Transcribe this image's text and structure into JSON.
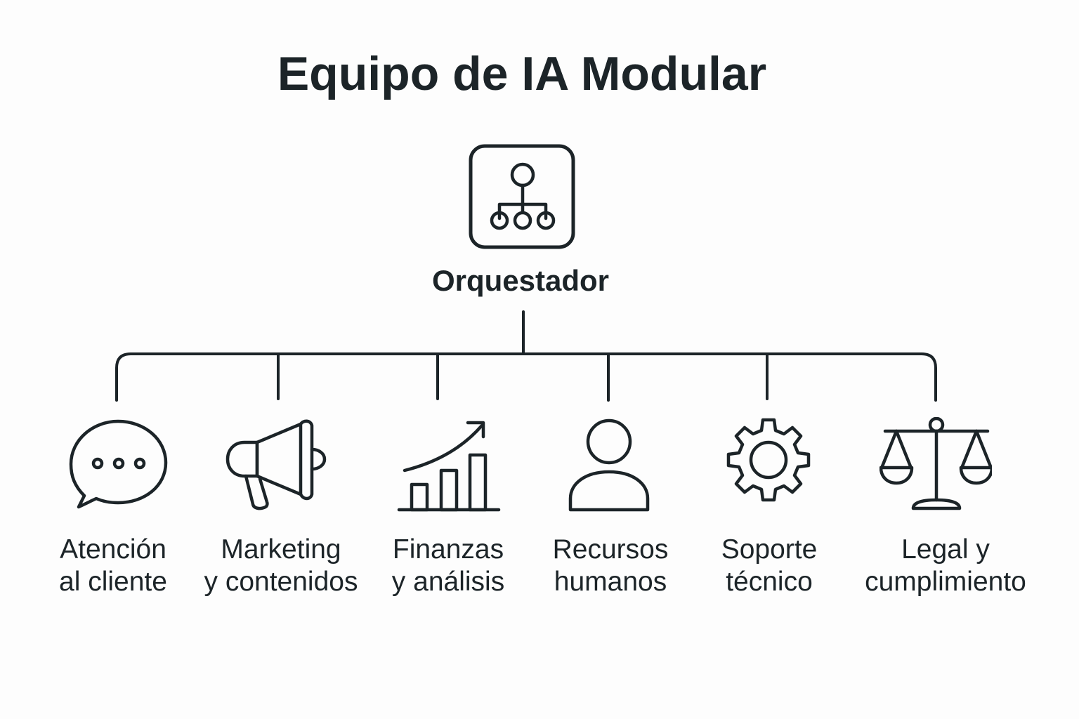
{
  "title": "Equipo de IA Modular",
  "orchestrator": {
    "label": "Orquestador",
    "icon": "hierarchy-icon"
  },
  "departments": [
    {
      "line1": "Atención",
      "line2": "al cliente",
      "icon": "chat-bubble-icon"
    },
    {
      "line1": "Marketing",
      "line2": "y contenidos",
      "icon": "megaphone-icon"
    },
    {
      "line1": "Finanzas",
      "line2": "y análisis",
      "icon": "growth-chart-icon"
    },
    {
      "line1": "Recursos",
      "line2": "humanos",
      "icon": "person-icon"
    },
    {
      "line1": "Soporte",
      "line2": "técnico",
      "icon": "gear-icon"
    },
    {
      "line1": "Legal y",
      "line2": "cumplimiento",
      "icon": "scales-icon"
    }
  ],
  "colors": {
    "stroke": "#1c2428",
    "background": "#fdfdfd"
  }
}
